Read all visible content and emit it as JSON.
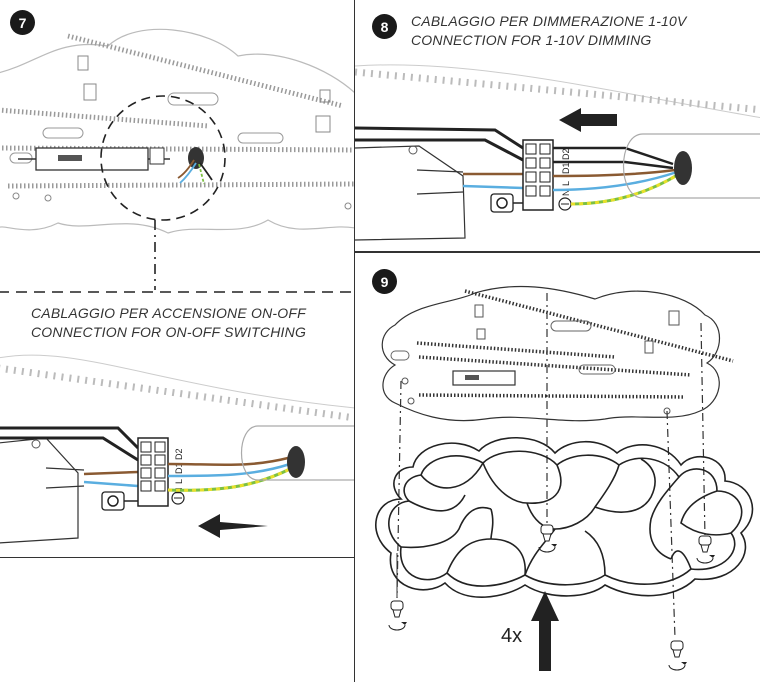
{
  "steps": [
    {
      "number": "7"
    },
    {
      "number": "8",
      "caption": [
        "CABLAGGIO PER DIMMERAZIONE 1-10V",
        "CONNECTION FOR 1-10V DIMMING"
      ],
      "terminal_labels": [
        "D2",
        "D1",
        "L",
        "N"
      ]
    },
    {
      "number": "9",
      "multiplier": "4x"
    }
  ],
  "onoff": {
    "caption": [
      "CABLAGGIO PER ACCENSIONE ON-OFF",
      "CONNECTION FOR ON-OFF SWITCHING"
    ],
    "terminal_labels": [
      "D2",
      "D1",
      "L",
      "N"
    ]
  },
  "colors": {
    "brown": "#8a5a32",
    "blue": "#5aaee0",
    "earth_green": "#7cc043",
    "earth_yellow": "#e8e02a",
    "line": "#222222",
    "led": "#555555"
  }
}
